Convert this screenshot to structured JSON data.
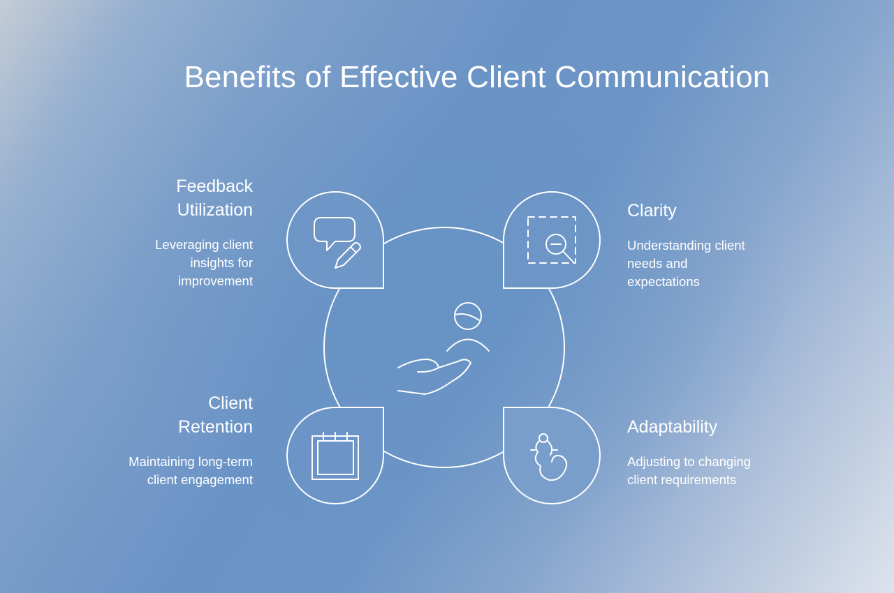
{
  "title": "Benefits of Effective Client Communication",
  "benefits": {
    "feedback": {
      "heading": "Feedback Utilization",
      "description": "Leveraging client insights for improvement",
      "icon": "speech-bubble-pencil-icon"
    },
    "clarity": {
      "heading": "Clarity",
      "description": "Understanding client needs and expectations",
      "icon": "magnifier-zoom-out-icon"
    },
    "retention": {
      "heading": "Client Retention",
      "description": "Maintaining long-term client engagement",
      "icon": "calendar-icon"
    },
    "adaptability": {
      "heading": "Adaptability",
      "description": "Adjusting to changing client requirements",
      "icon": "chameleon-icon"
    }
  },
  "center_icon": "hand-holding-person-icon",
  "colors": {
    "line": "#ffffff",
    "text": "#ffffff"
  }
}
